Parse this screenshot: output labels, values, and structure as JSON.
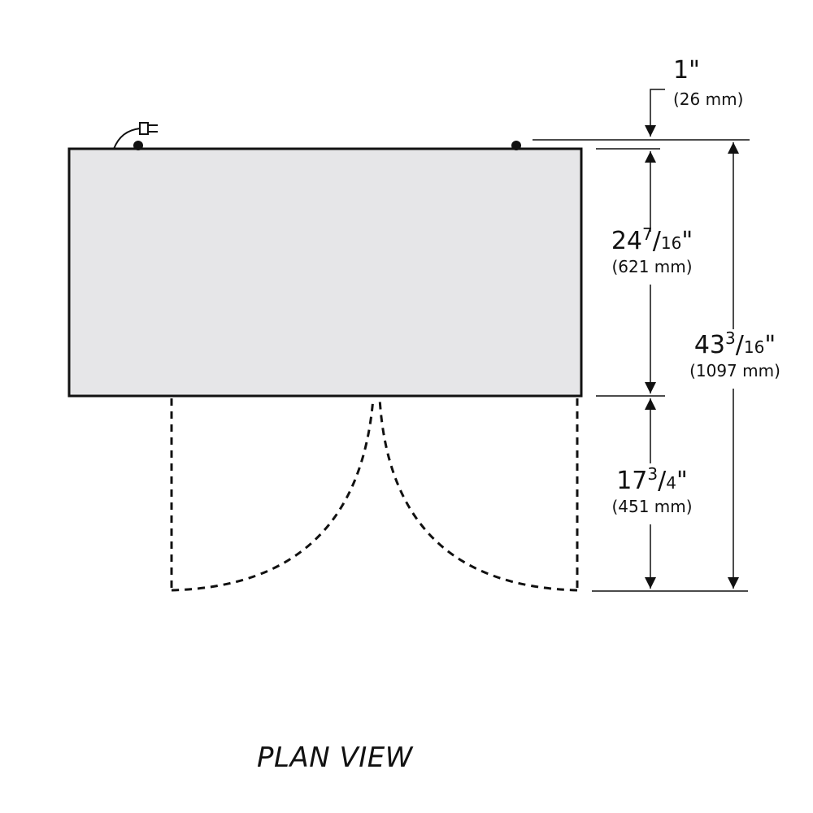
{
  "title": "PLAN VIEW",
  "colors": {
    "cabinet_fill": "#e6e6e8",
    "line": "#111111",
    "background": "#ffffff"
  },
  "dimensions": [
    {
      "id": "top-offset",
      "whole": "1",
      "num": "",
      "den": "",
      "unit": "\"",
      "metric": "(26 mm)"
    },
    {
      "id": "cabinet-depth",
      "whole": "24",
      "num": "7",
      "den": "16",
      "unit": "\"",
      "metric": "(621 mm)"
    },
    {
      "id": "overall-depth",
      "whole": "43",
      "num": "3",
      "den": "16",
      "unit": "\"",
      "metric": "(1097 mm)"
    },
    {
      "id": "door-swing",
      "whole": "17",
      "num": "3",
      "den": "4",
      "unit": "\"",
      "metric": "(451 mm)"
    }
  ]
}
